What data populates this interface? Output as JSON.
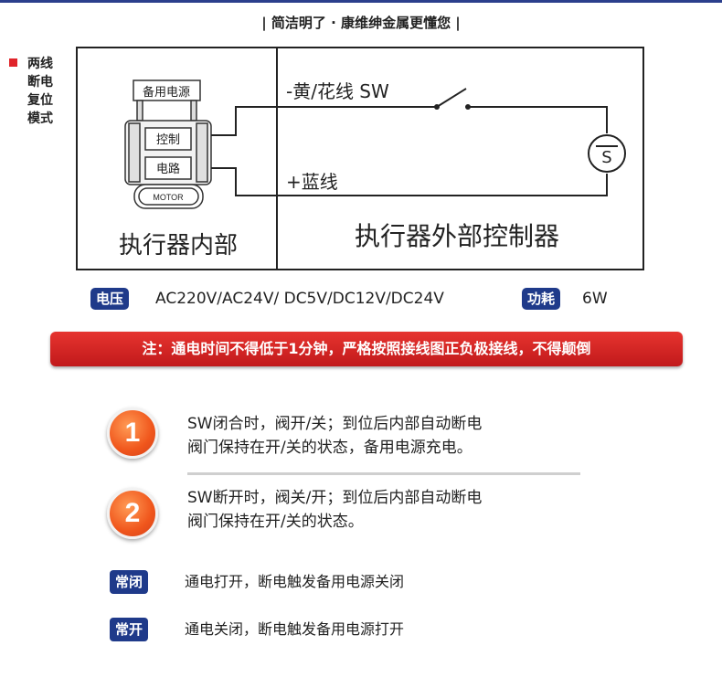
{
  "header": {
    "slogan": "| 简洁明了 · 康维绅金属更懂您 |"
  },
  "mode_label": {
    "line1": "两线",
    "line2": "断电",
    "line3": "复位",
    "line4": "模式"
  },
  "diagram": {
    "backup_power_label": "备用电源",
    "control_label": "控制",
    "circuit_label": "电路",
    "motor_label": "MOTOR",
    "yellow_wire_label": "-黄/花线 SW",
    "blue_wire_label": "+蓝线",
    "switch_symbol_label": "S",
    "internal_label": "执行器内部",
    "external_label": "执行器外部控制器"
  },
  "specs": {
    "voltage_badge": "电压",
    "voltage_value": "AC220V/AC24V/ DC5V/DC12V/DC24V",
    "power_badge": "功耗",
    "power_value": "6W"
  },
  "warning": {
    "text": "注：通电时间不得低于1分钟，严格按照接线图正负极接线，不得颠倒"
  },
  "steps": [
    {
      "number": "1",
      "line1": "SW闭合时，阀开/关；到位后内部自动断电",
      "line2": "阀门保持在开/关的状态，备用电源充电。"
    },
    {
      "number": "2",
      "line1": "SW断开时，阀关/开；到位后内部自动断电",
      "line2": "阀门保持在开/关的状态。"
    }
  ],
  "modes": [
    {
      "badge": "常闭",
      "desc": "通电打开，断电触发备用电源关闭"
    },
    {
      "badge": "常开",
      "desc": "通电关闭，断电触发备用电源打开"
    }
  ],
  "colors": {
    "accent_blue": "#1f3a8a",
    "warning_red": "#d0201f",
    "step_orange": "#f0561c"
  }
}
